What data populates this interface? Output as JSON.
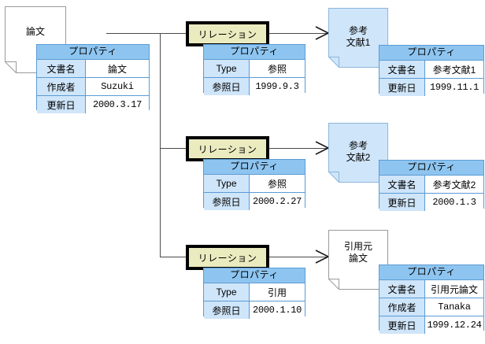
{
  "diagram": {
    "title": "document-relation-diagram",
    "colors": {
      "relation_fill": "#ebebc0",
      "relation_border": "#000000",
      "table_header": "#8ec5f0",
      "table_key": "#cfe5f9",
      "table_border": "#5b9bd5",
      "doc_blue_fill": "#cfe5f9",
      "doc_white_fill": "#ffffff",
      "line": "#4a4a4a"
    },
    "labels": {
      "property_header": "プロパティ",
      "key_doc_name": "文書名",
      "key_author": "作成者",
      "key_updated": "更新日",
      "key_type": "Type",
      "key_ref_date": "参照日",
      "relation": "リレーション"
    },
    "source_document": {
      "caption": "論文",
      "table": {
        "header": "プロパティ",
        "rows": [
          {
            "key": "文書名",
            "value": "論文",
            "jp": true
          },
          {
            "key": "作成者",
            "value": "Suzuki",
            "jp": false
          },
          {
            "key": "更新日",
            "value": "2000.3.17",
            "jp": false
          }
        ]
      }
    },
    "relations": [
      {
        "label": "リレーション",
        "table": {
          "header": "プロパティ",
          "rows": [
            {
              "key": "Type",
              "value": "参照",
              "jp": true
            },
            {
              "key": "参照日",
              "value": "1999.9.3",
              "jp": false
            }
          ]
        }
      },
      {
        "label": "リレーション",
        "table": {
          "header": "プロパティ",
          "rows": [
            {
              "key": "Type",
              "value": "参照",
              "jp": true
            },
            {
              "key": "参照日",
              "value": "2000.2.27",
              "jp": false
            }
          ]
        }
      },
      {
        "label": "リレーション",
        "table": {
          "header": "プロパティ",
          "rows": [
            {
              "key": "Type",
              "value": "引用",
              "jp": true
            },
            {
              "key": "参照日",
              "value": "2000.1.10",
              "jp": false
            }
          ]
        }
      }
    ],
    "target_documents": [
      {
        "caption_line1": "参考",
        "caption_line2": "文献1",
        "style": "blue",
        "table": {
          "header": "プロパティ",
          "rows": [
            {
              "key": "文書名",
              "value": "参考文献1",
              "jp": true
            },
            {
              "key": "更新日",
              "value": "1999.11.1",
              "jp": false
            }
          ]
        }
      },
      {
        "caption_line1": "参考",
        "caption_line2": "文献2",
        "style": "blue",
        "table": {
          "header": "プロパティ",
          "rows": [
            {
              "key": "文書名",
              "value": "参考文献2",
              "jp": true
            },
            {
              "key": "更新日",
              "value": "2000.1.3",
              "jp": false
            }
          ]
        }
      },
      {
        "caption_line1": "引用元",
        "caption_line2": "論文",
        "style": "white",
        "table": {
          "header": "プロパティ",
          "rows": [
            {
              "key": "文書名",
              "value": "引用元論文",
              "jp": true
            },
            {
              "key": "作成者",
              "value": "Tanaka",
              "jp": false
            },
            {
              "key": "更新日",
              "value": "1999.12.24",
              "jp": false
            }
          ]
        }
      }
    ]
  }
}
